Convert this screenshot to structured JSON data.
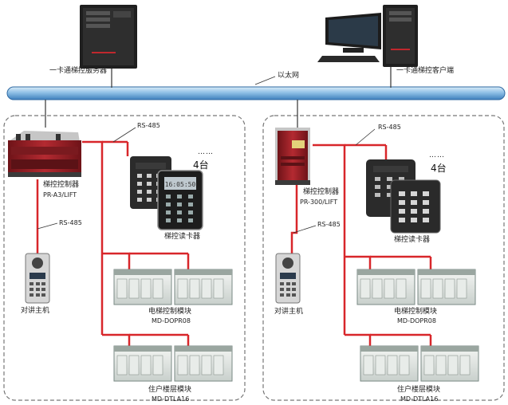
{
  "top": {
    "server_label": "一卡通梯控服务器",
    "client_label": "一卡通梯控客户端",
    "lan_label": "以太网"
  },
  "left": {
    "rs485_top": "RS-485",
    "rs485_side": "RS-485",
    "controller_label": "梯控控制器",
    "controller_model": "PR-A3/LIFT",
    "count": "4台",
    "dots": "……",
    "reader_label": "梯控读卡器",
    "intercom_label": "对讲主机",
    "module1_label": "电梯控制模块",
    "module1_model": "MD-DOPR08",
    "module2_label": "住户楼层模块",
    "module2_model": "MD-DTLA16"
  },
  "right": {
    "rs485_top": "RS-485",
    "rs485_side": "RS-485",
    "controller_label": "梯控控制器",
    "controller_model": "PR-300/LIFT",
    "count": "4台",
    "dots": "……",
    "reader_label": "梯控读卡器",
    "intercom_label": "对讲主机",
    "module1_label": "电梯控制模块",
    "module1_model": "MD-DOPR08",
    "module2_label": "住户楼层模块",
    "module2_model": "MD-DTLA16"
  },
  "colors": {
    "wire": "#d8262a",
    "lan": "#4a88c4",
    "box_border": "#777777",
    "device_dark": "#2a2a2a",
    "controller_red": "#9a1c22"
  }
}
